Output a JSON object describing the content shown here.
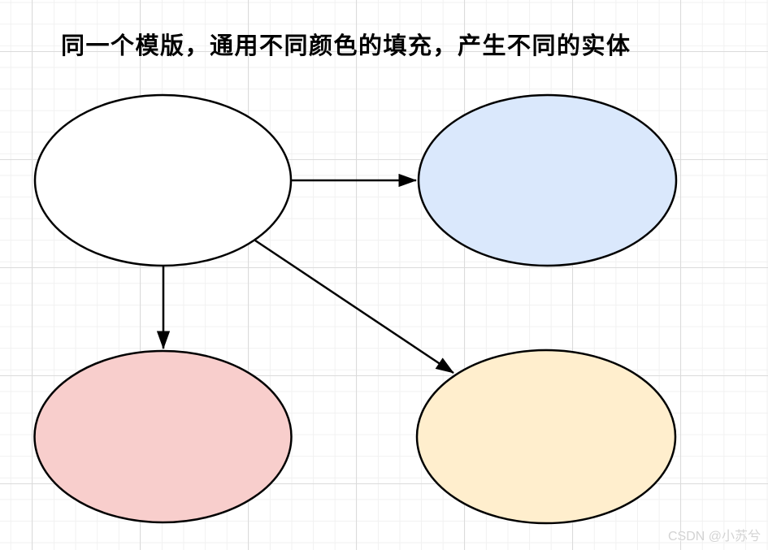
{
  "title": {
    "text": "同一个模版，通用不同颜色的填充，产生不同的实体"
  },
  "watermark": {
    "text": "CSDN @小苏兮"
  },
  "canvas": {
    "background_color": "#ffffff",
    "grid_minor_color": "#f1f1f1",
    "grid_major_color": "#dbdbdb",
    "stroke_color": "#000000"
  },
  "nodes": [
    {
      "id": "template",
      "shape": "ellipse",
      "fill": "#ffffff"
    },
    {
      "id": "entity-blue",
      "shape": "ellipse",
      "fill": "#dae8fc"
    },
    {
      "id": "entity-red",
      "shape": "ellipse",
      "fill": "#f8cecc"
    },
    {
      "id": "entity-yellow",
      "shape": "ellipse",
      "fill": "#ffeecd"
    }
  ],
  "edges": [
    {
      "from": "template",
      "to": "entity-blue",
      "style": "solid-arrow"
    },
    {
      "from": "template",
      "to": "entity-red",
      "style": "solid-arrow"
    },
    {
      "from": "template",
      "to": "entity-yellow",
      "style": "solid-arrow"
    }
  ]
}
